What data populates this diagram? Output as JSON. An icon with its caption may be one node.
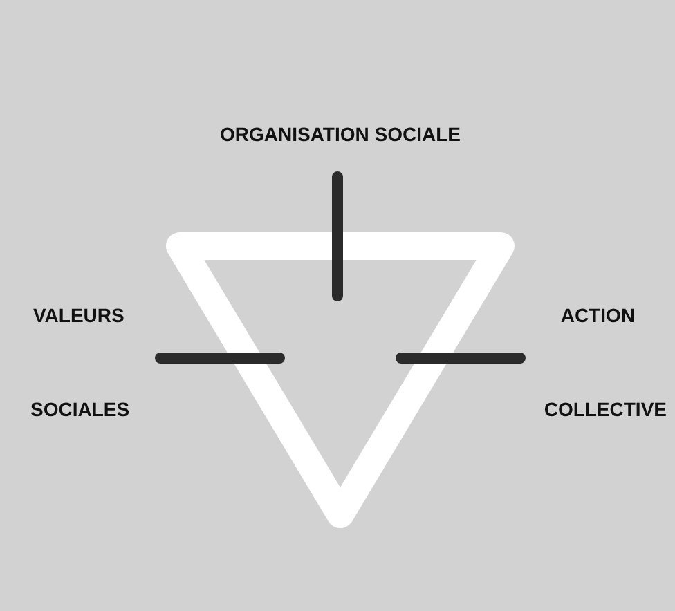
{
  "diagram": {
    "labels": [
      "ORGANISATION SOCIALE",
      "VALEURS",
      "ACTION",
      "SOCIALES",
      "COLLECTIVE"
    ]
  }
}
